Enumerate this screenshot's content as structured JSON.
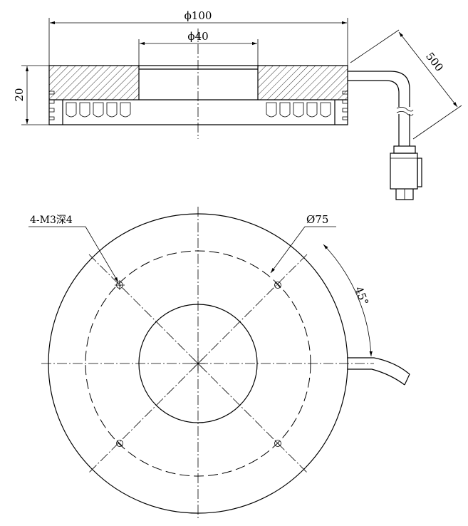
{
  "side_view": {
    "outer_diameter_label": "ϕ100",
    "inner_diameter_label": "ϕ40",
    "height_label": "20",
    "cable_length_label": "500"
  },
  "top_view": {
    "hole_note_label": "4-M3深4",
    "bolt_circle_label": "Ø75",
    "angle_label": "45°"
  }
}
